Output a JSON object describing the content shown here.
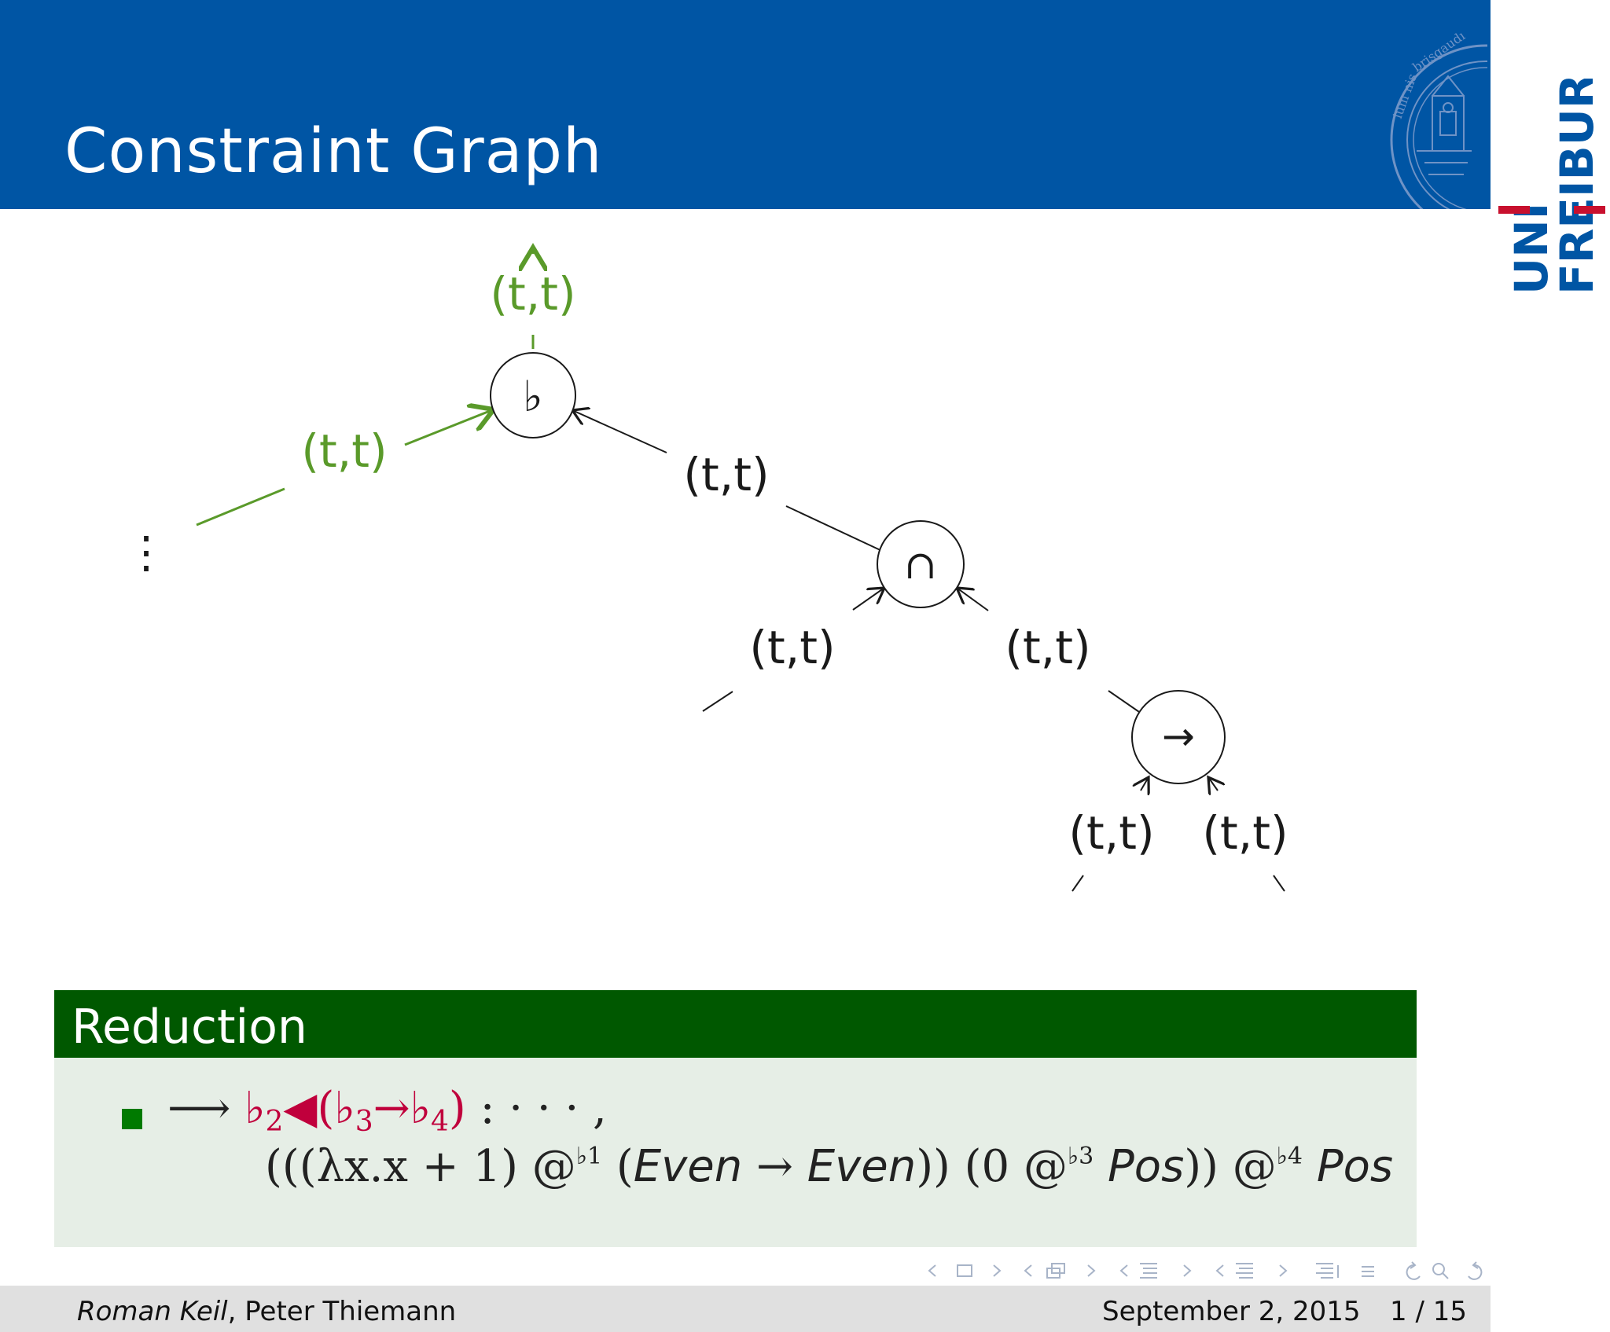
{
  "slide": {
    "title": "Constraint Graph"
  },
  "logo": {
    "text": "UNI FREIBURG",
    "line1": "UNI",
    "line2": "FREIBURG",
    "seal_text": "ium nis brisgaudiense",
    "colors": {
      "blue": "#0055a4",
      "red": "#c8102e"
    }
  },
  "graph": {
    "edge_labels": {
      "top": "(t,t)",
      "left": "(t,t)",
      "middle": "(t,t)",
      "cap_left": "(t,t)",
      "cap_right": "(t,t)",
      "arrow_left": "(t,t)",
      "arrow_right": "(t,t)"
    },
    "nodes": {
      "flat": "♭",
      "cap": "∩",
      "arrow": "→"
    },
    "ellipsis": "⋮",
    "colors": {
      "highlight": "#5a9a2a",
      "normal": "#1a1a1a"
    }
  },
  "block": {
    "title": "Reduction",
    "line1": {
      "arrow": "⟶",
      "red_part_a": "♭",
      "red_sub_a": "2",
      "red_tri": "◀(",
      "red_part_b": "♭",
      "red_sub_b": "3",
      "red_arrow": "→",
      "red_part_c": "♭",
      "red_sub_c": "4",
      "red_close": ")",
      "rest": " : · · · ,"
    },
    "line2": {
      "a": "(((λx.x + 1) @",
      "sup1": "♭1",
      "b": " (",
      "even1": "Even",
      "arrow": " → ",
      "even2": "Even",
      "c": ")) (0 @",
      "sup3": "♭3",
      "d": " ",
      "pos1": "Pos",
      "e": ")) @",
      "sup4": "♭4",
      "f": " ",
      "pos2": "Pos"
    },
    "colors": {
      "header": "#005800",
      "body": "#e6eee6",
      "accent": "#c0003c"
    }
  },
  "navigation": {
    "icons": [
      "nav-left-icon",
      "frame-icon",
      "nav-right-icon",
      "nav-left-icon",
      "subsection-icon",
      "nav-right-icon",
      "nav-left-icon",
      "section-icon",
      "nav-right-icon",
      "nav-left-icon",
      "doc-icon",
      "nav-right-icon",
      "toc-icon",
      "back-icon",
      "search-icon",
      "forward-icon"
    ]
  },
  "footer": {
    "author_italic": "Roman Keil",
    "author_rest": ", Peter Thiemann",
    "date": "September 2, 2015",
    "page": "1 / 15"
  }
}
